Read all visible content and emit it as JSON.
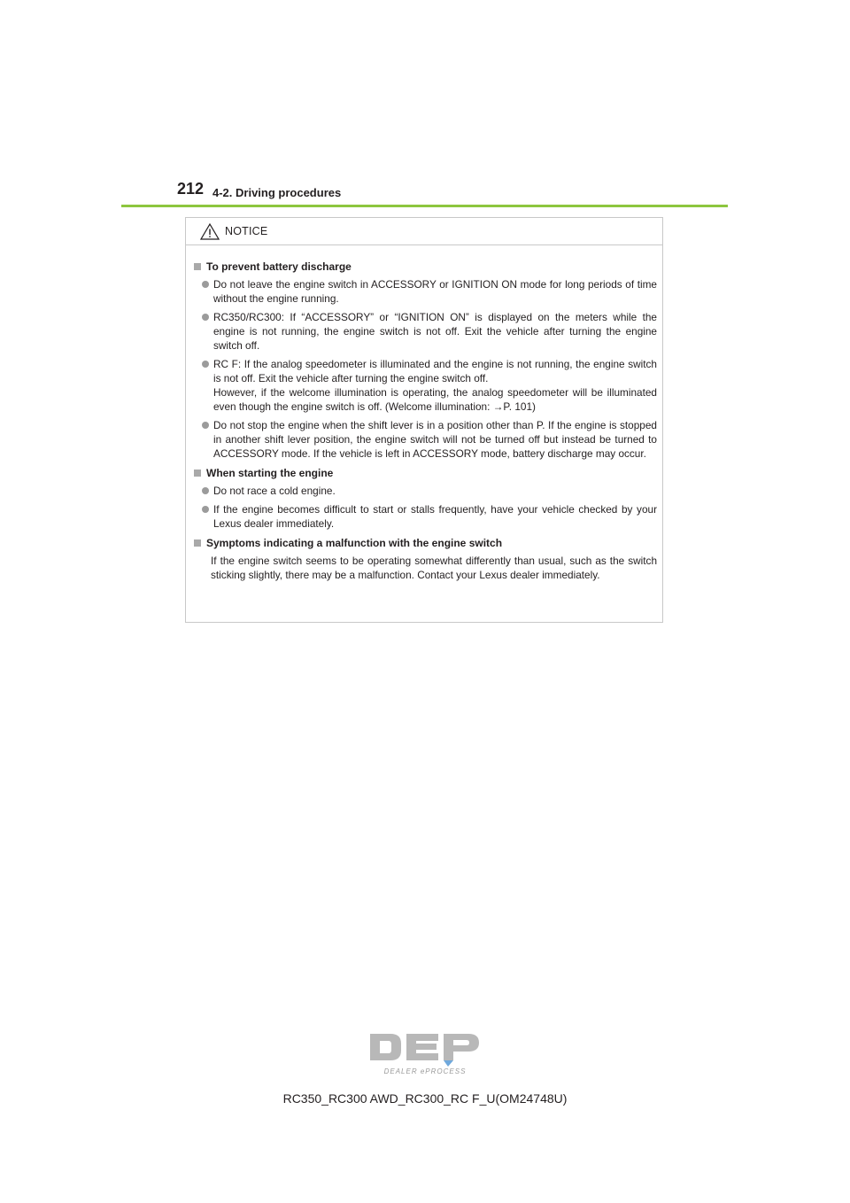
{
  "header": {
    "page_number": "212",
    "section": "4-2. Driving procedures",
    "rule_color": "#8dc63f"
  },
  "notice": {
    "icon": "warning-triangle-icon",
    "label": "NOTICE",
    "sections": [
      {
        "title": "To prevent battery discharge",
        "bullets": [
          "Do not leave the engine switch in ACCESSORY or IGNITION ON mode for long periods of time without the engine running.",
          "RC350/RC300: If “ACCESSORY” or “IGNITION ON” is displayed on the meters while the engine is not running, the engine switch is not off. Exit the vehicle after turning the engine switch off.",
          "RC F: If the analog speedometer is illuminated and the engine is not running, the engine switch is not off. Exit the vehicle after turning the engine switch off.\nHowever, if the welcome illumination is operating, the analog speedometer will be illuminated even though the engine switch is off. (Welcome illumination: →P. 101)",
          "Do not stop the engine when the shift lever is in a position other than P. If the engine is stopped in another shift lever position, the engine switch will not be turned off but instead be turned to ACCESSORY mode. If the vehicle is left in ACCESSORY mode, battery discharge may occur."
        ]
      },
      {
        "title": "When starting the engine",
        "bullets": [
          "Do not race a cold engine.",
          "If the engine becomes difficult to start or stalls frequently, have your vehicle checked by your Lexus dealer immediately."
        ]
      },
      {
        "title": "Symptoms indicating a malfunction with the engine switch",
        "paragraph": "If the engine switch seems to be operating somewhat differently than usual, such as the switch sticking slightly, there may be a malfunction. Contact your Lexus dealer immediately."
      }
    ]
  },
  "logo": {
    "icon": "dep-dealer-eprocess-logo",
    "text": "DEALER ePROCESS"
  },
  "footer": {
    "text": "RC350_RC300 AWD_RC300_RC F_U(OM24748U)"
  }
}
